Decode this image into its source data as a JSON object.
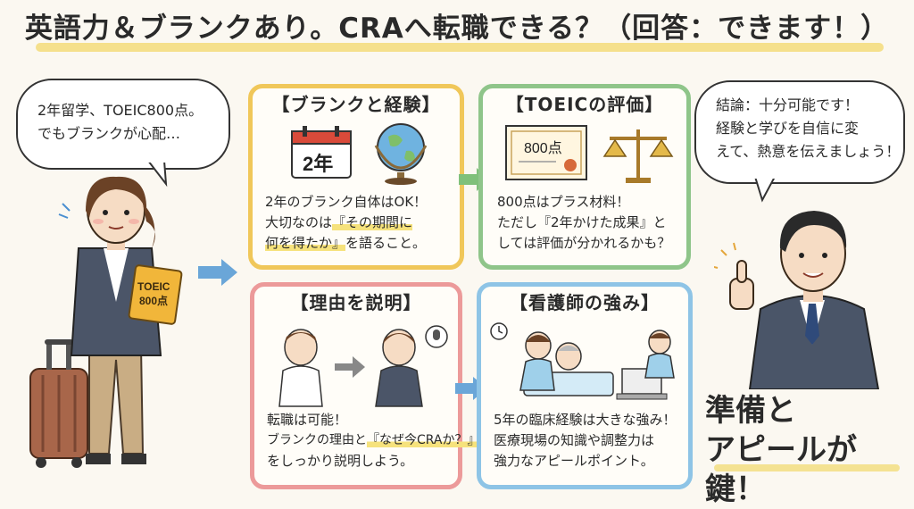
{
  "title": "英語力＆ブランクあり。CRAへ転職できる？（回答：できます！）",
  "woman_bubble": {
    "line1": "2年留学、TOEIC800点。",
    "line2": "でもブランクが心配…"
  },
  "woman_book_label": {
    "line1": "TOEIC",
    "line2": "800点"
  },
  "man_bubble": {
    "line1": "結論：十分可能です！",
    "line2": "経験と学びを自信に変",
    "line3": "えて、熱意を伝えましょう！"
  },
  "panels": {
    "blank": {
      "title": "【ブランクと経験】",
      "calendar_label": "2年",
      "line1": "2年のブランク自体はOK！",
      "line2a": "大切なのは",
      "line2b": "『その期間に",
      "line3a": "何を得たか』",
      "line3b": "を語ること。"
    },
    "toeic": {
      "title": "【TOEICの評価】",
      "certificate_label": "800点",
      "line1": "800点はプラス材料！",
      "line2": "ただし『2年かけた成果』と",
      "line3": "しては評価が分かれるかも？"
    },
    "reason": {
      "title": "【理由を説明】",
      "line1": "転職は可能！",
      "line2a": "ブランクの理由と",
      "line2b": "『なぜ今CRAか？』",
      "line3": "をしっかり説明しよう。"
    },
    "nurse": {
      "title": "【看護師の強み】",
      "line1": "5年の臨床経験は大きな強み！",
      "line2": "医療現場の知識や調整力は",
      "line3": "強力なアピールポイント。"
    }
  },
  "closing": {
    "line1": "準備と",
    "line2": "アピールが鍵！"
  },
  "colors": {
    "blank_border": "#f0c75a",
    "toeic_border": "#8fc58a",
    "reason_border": "#ec9a9a",
    "nurse_border": "#8ec4e6",
    "arrow": "#6aa6d8",
    "arrow_green": "#7fc07a",
    "highlight": "#f6e27c"
  }
}
